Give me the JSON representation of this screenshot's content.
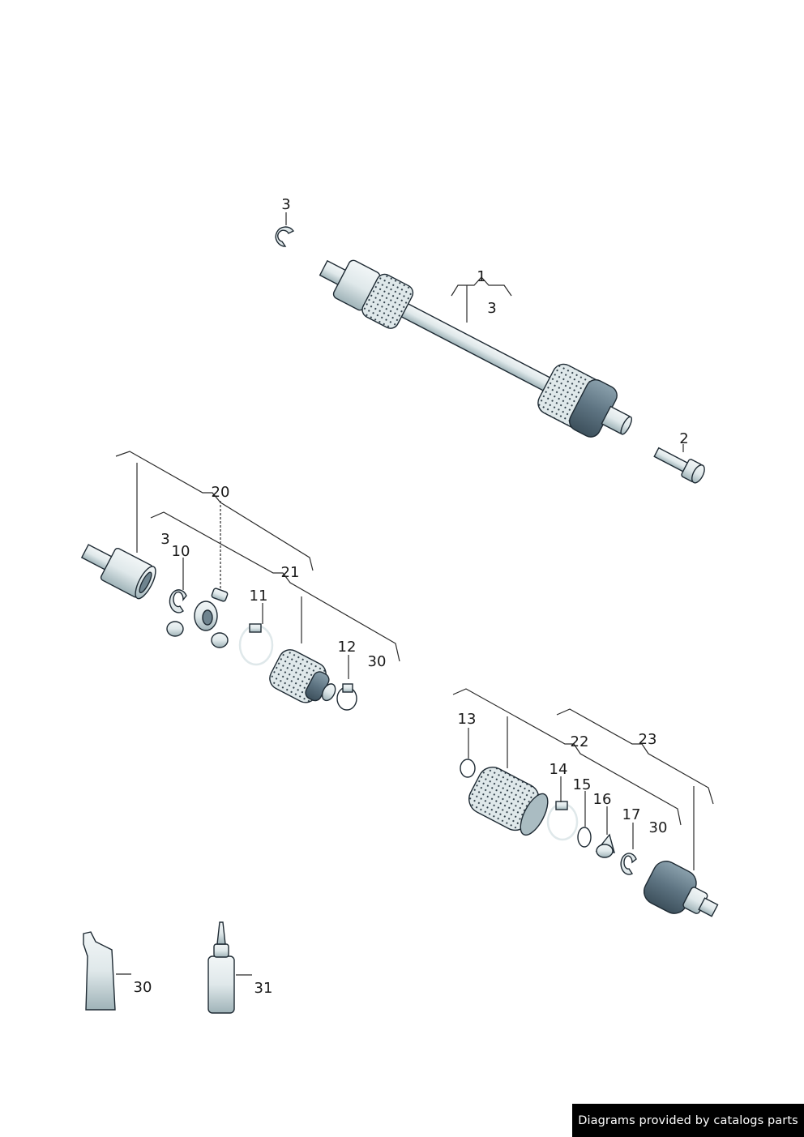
{
  "labels": {
    "l1": "1",
    "l3a": "3",
    "l3b": "3",
    "l2": "2",
    "l20": "20",
    "l3c": "3",
    "l10": "10",
    "l21": "21",
    "l11": "11",
    "l12": "12",
    "l30a": "30",
    "l13": "13",
    "l22": "22",
    "l23": "23",
    "l14": "14",
    "l15": "15",
    "l16": "16",
    "l17": "17",
    "l30b": "30",
    "l30c": "30",
    "l31": "31"
  },
  "footer": {
    "text": "Diagrams provided by catalogs parts"
  },
  "colors": {
    "metal": "#dfe8ea",
    "metal_shade": "#9fb3b8",
    "boot": "#5e7482",
    "outline": "#1e2a33"
  }
}
